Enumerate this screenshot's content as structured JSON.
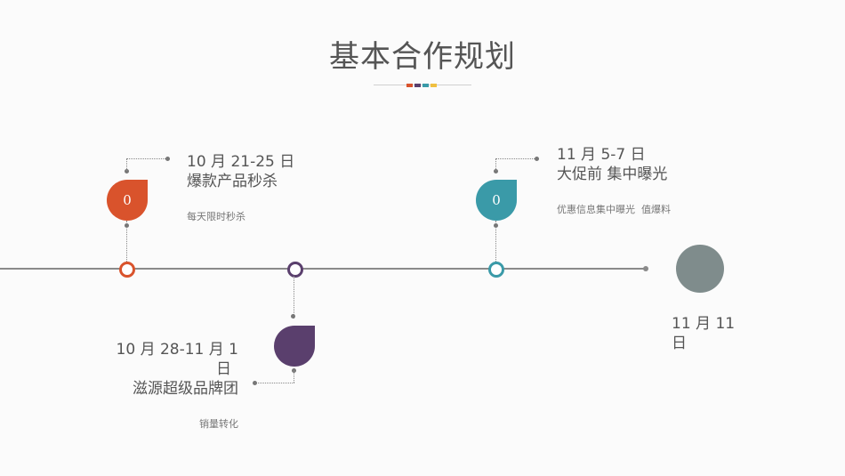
{
  "slide": {
    "title": "基本合作规划",
    "title_dot_colors": [
      "#d9532c",
      "#5a3f6d",
      "#3a9aa8",
      "#f0c040"
    ]
  },
  "milestones": [
    {
      "date": "10 月 21-25 日",
      "heading": "爆款产品秒杀",
      "description": "每天限时秒杀",
      "icon_glyph": "0",
      "icon": "fire-icon",
      "color": "#d9532c"
    },
    {
      "date": "10 月 28-11 月 1",
      "date_suffix": "日",
      "heading": "滋源超级品牌团",
      "description": "销量转化",
      "icon_glyph": "",
      "icon": "tag-icon",
      "color": "#5a3f6d"
    },
    {
      "date": "11 月 5-7 日",
      "heading": "大促前 集中曝光",
      "description": "优惠信息集中曝光  值爆料",
      "icon_glyph": "0",
      "icon": "megaphone-icon",
      "color": "#3a9aa8"
    },
    {
      "date": "11 月 11",
      "date_suffix": "日",
      "icon_glyph": "",
      "icon": "target-icon",
      "color": "#7f8c8c"
    }
  ]
}
